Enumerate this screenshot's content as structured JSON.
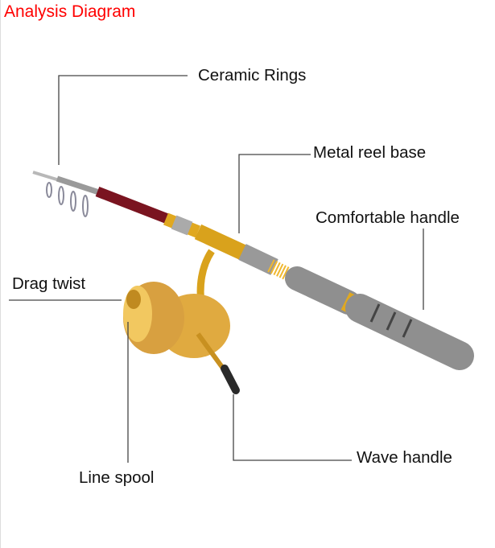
{
  "title": "Analysis Diagram",
  "labels": {
    "ceramic_rings": "Ceramic Rings",
    "metal_reel_base": "Metal reel base",
    "comfortable_handle": "Comfortable handle",
    "drag_twist": "Drag twist",
    "line_spool": "Line spool",
    "wave_handle": "Wave handle"
  },
  "colors": {
    "title": "#ff0000",
    "rod_red": "#7a1420",
    "gold": "#e0a820",
    "foam": "#8f8f8f"
  }
}
